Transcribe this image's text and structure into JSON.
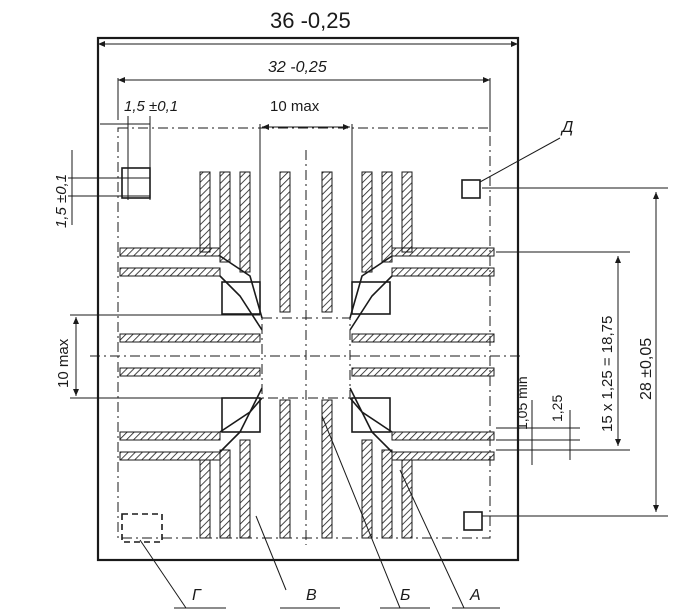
{
  "dimensions": {
    "outer_width": "36 -0,25",
    "inner_width": "32 -0,25",
    "pad_offset_x": "1,5 ±0,1",
    "pad_offset_y": "1,5 ±0,1",
    "chip_window": "10 max",
    "chip_window_vertical": "10 max",
    "lead_gap": "1,05 min",
    "lead_pitch": "1,25",
    "lead_span": "15 x 1,25 = 18,75",
    "pad_span": "28 ±0,05"
  },
  "callouts": {
    "d": "Д",
    "g": "Г",
    "v": "В",
    "b": "Б",
    "a": "А"
  },
  "colors": {
    "ink": "#1a1a1a",
    "paper": "#ffffff"
  }
}
